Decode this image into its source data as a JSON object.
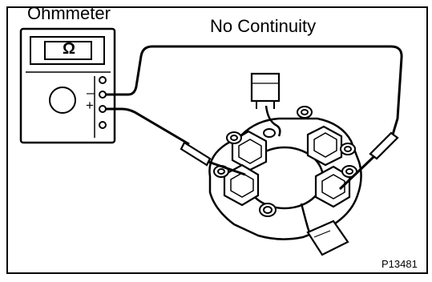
{
  "meter": {
    "label": "Ohmmeter",
    "display_symbol": "Ω",
    "minus_sign": "–",
    "plus_sign": "+"
  },
  "test": {
    "result_label": "No Continuity"
  },
  "figure": {
    "code": "P13481"
  },
  "colors": {
    "ink": "#000000",
    "paper": "#ffffff"
  }
}
